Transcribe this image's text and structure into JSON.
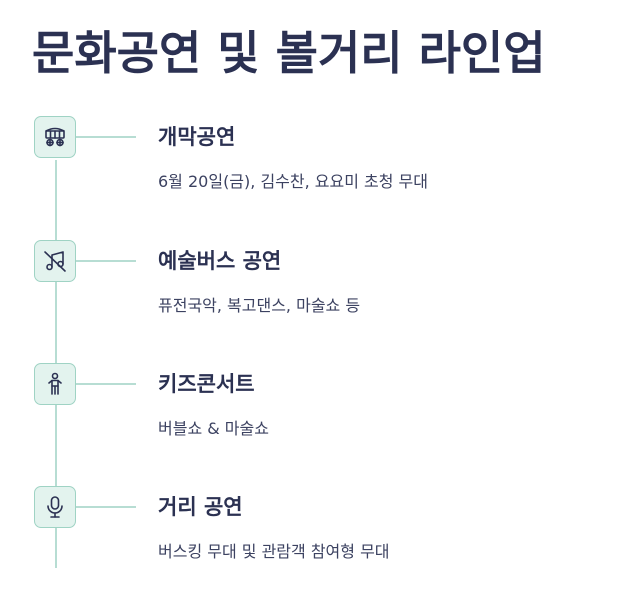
{
  "page": {
    "title": "문화공연 및 볼거리 라인업"
  },
  "colors": {
    "heading": "#2b3152",
    "accent_line": "#b7ddd3",
    "icon_bg": "#e3f3ee",
    "icon_border": "#9fd3c4",
    "icon_stroke": "#2b3152"
  },
  "timeline": {
    "items": [
      {
        "icon": "wagon-icon",
        "title": "개막공연",
        "description": "6월 20일(금), 김수찬, 요요미 초청 무대"
      },
      {
        "icon": "music-off-icon",
        "title": "예술버스 공연",
        "description": "퓨전국악, 복고댄스, 마술쇼 등"
      },
      {
        "icon": "child-icon",
        "title": "키즈콘서트",
        "description": "버블쇼 & 마술쇼"
      },
      {
        "icon": "microphone-icon",
        "title": "거리 공연",
        "description": "버스킹 무대 및 관람객 참여형 무대"
      }
    ]
  }
}
